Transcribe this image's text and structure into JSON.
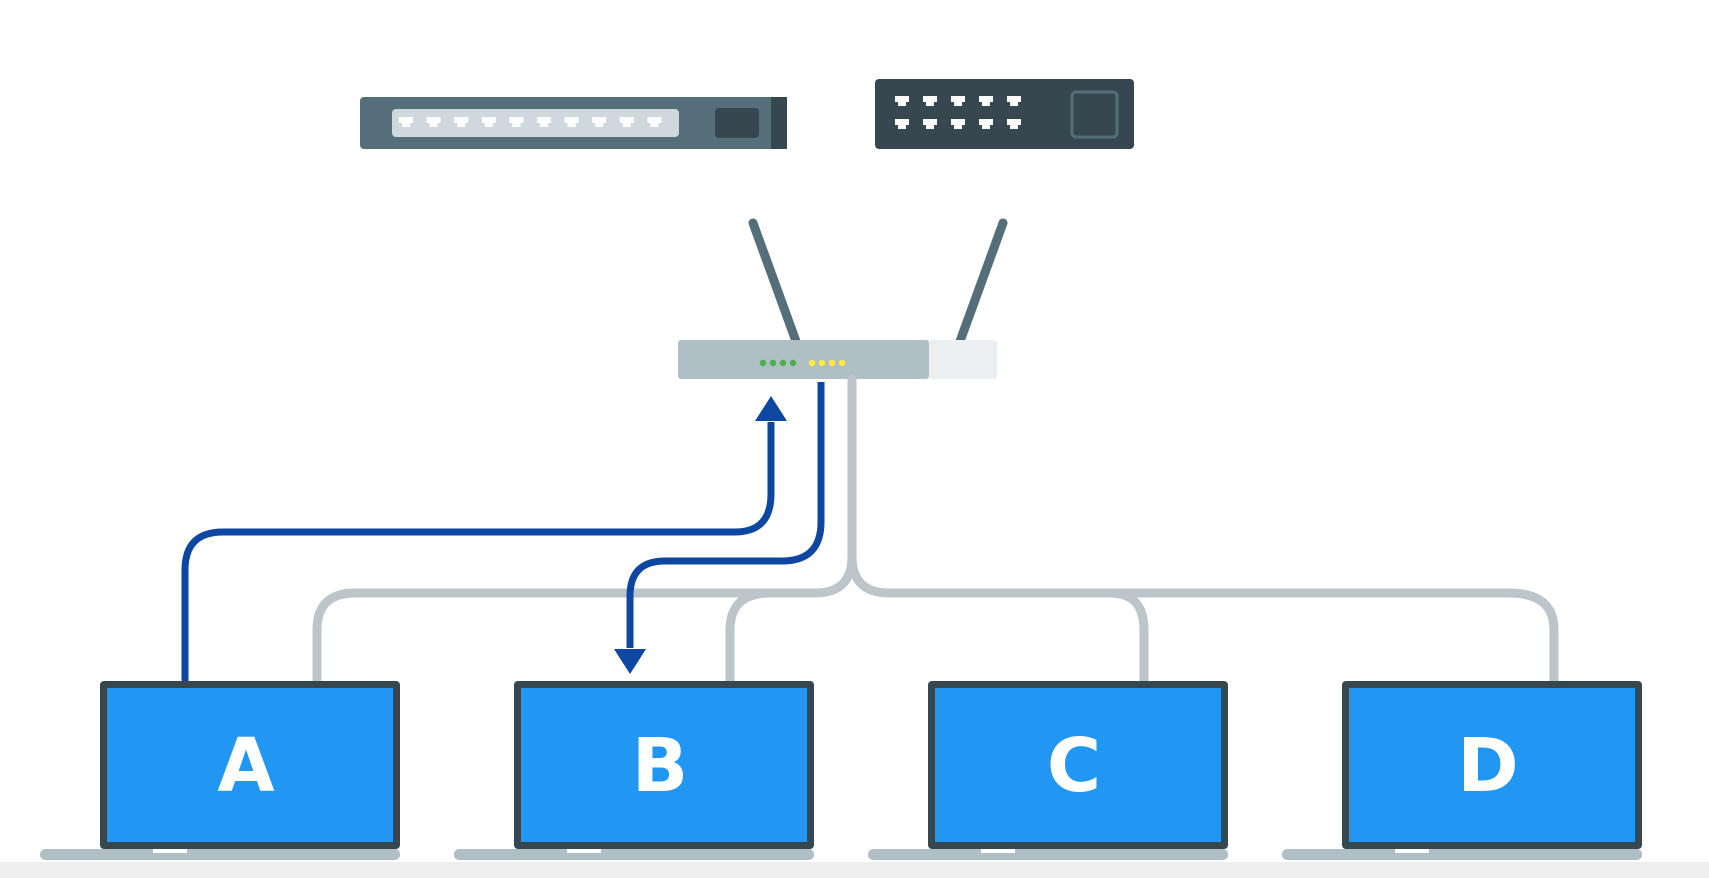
{
  "diagram": {
    "laptops": [
      {
        "label": "A"
      },
      {
        "label": "B"
      },
      {
        "label": "C"
      },
      {
        "label": "D"
      }
    ]
  },
  "colors": {
    "background": "#ffffff",
    "screen": "#2196f3",
    "bezel": "#37474f",
    "laptop_base": "#b0bec5",
    "cable": "#bcc5ca",
    "path_arrow": "#0d47a1",
    "router_body": "#b0bec5",
    "router_cap": "#eceff1",
    "led_green": "#4caf50",
    "led_yellow": "#ffeb3b",
    "antenna": "#546e7a",
    "switch_light_frame": "#546e7a",
    "switch_dark": "#37474f",
    "floor": "#eeeeee"
  },
  "icons": [
    "network-switch-icon",
    "network-switch-icon",
    "wireless-router-icon",
    "laptop-icon",
    "arrow-icon"
  ]
}
